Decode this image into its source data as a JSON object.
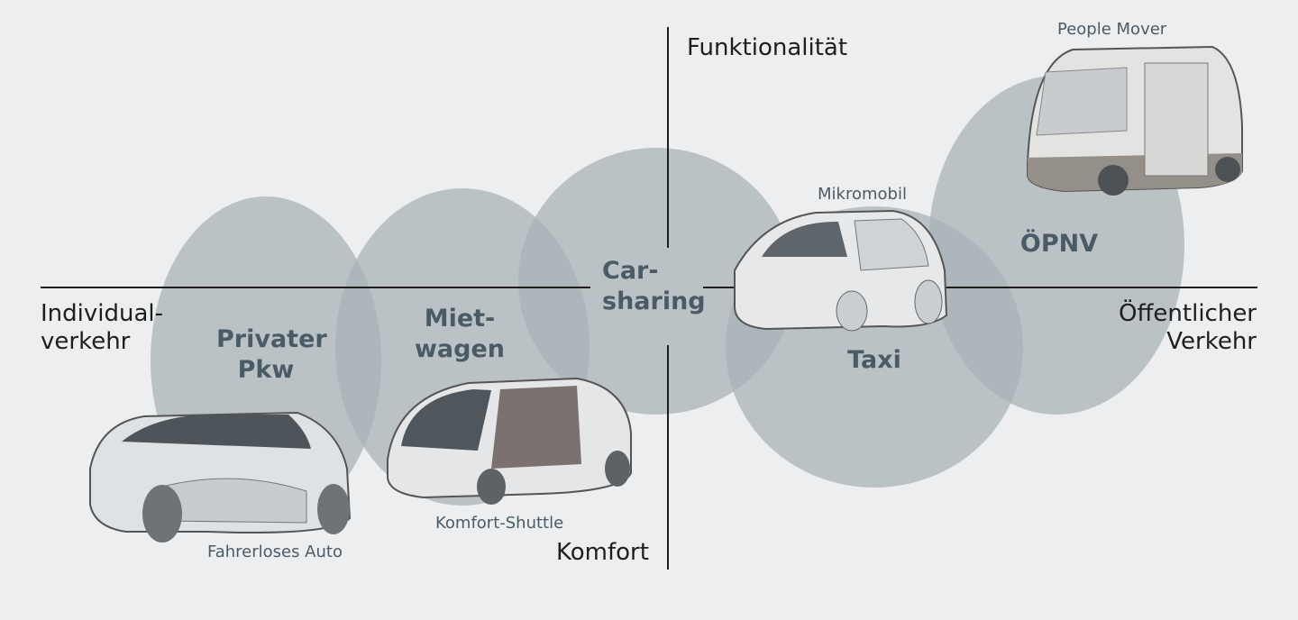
{
  "axes": {
    "top": "Funktionalität",
    "bottom": "Komfort",
    "left": [
      "Individual-",
      "verkehr"
    ],
    "right": [
      "Öffentlicher",
      "Verkehr"
    ]
  },
  "segments": [
    {
      "label": [
        "Privater",
        "Pkw"
      ]
    },
    {
      "label": [
        "Miet-",
        "wagen"
      ]
    },
    {
      "label": [
        "Car-",
        "sharing"
      ]
    },
    {
      "label": [
        "Taxi"
      ]
    },
    {
      "label": [
        "ÖPNV"
      ]
    }
  ],
  "vehicles": {
    "auto": "Fahrerloses Auto",
    "shuttle": "Komfort-Shuttle",
    "mikromobil": "Mikromobil",
    "mover": "People Mover"
  },
  "colors": {
    "background": "#eceef0",
    "circle": "#a7b1b6",
    "label": "#4b5b66"
  }
}
